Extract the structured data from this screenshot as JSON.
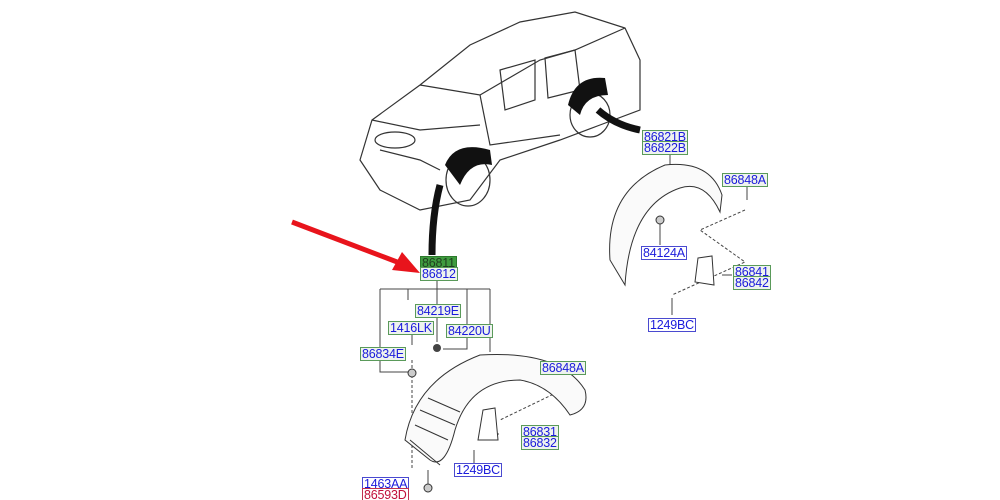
{
  "diagram": {
    "labels": {
      "p86811": "86811",
      "p86812": "86812",
      "p84219E": "84219E",
      "p1416LK": "1416LK",
      "p84220U": "84220U",
      "p86834E": "86834E",
      "p86848A_front": "86848A",
      "p86831": "86831",
      "p86832": "86832",
      "p1249BC_front": "1249BC",
      "p1463AA": "1463AA",
      "p86593D": "86593D",
      "p86821B": "86821B",
      "p86822B": "86822B",
      "p86848A_rear": "86848A",
      "p84124A": "84124A",
      "p86841": "86841",
      "p86842": "86842",
      "p1249BC_rear": "1249BC"
    },
    "colors": {
      "label_text": "#1a1adc",
      "highlight": "#3f9b3f",
      "arrow": "#e8141c"
    }
  }
}
